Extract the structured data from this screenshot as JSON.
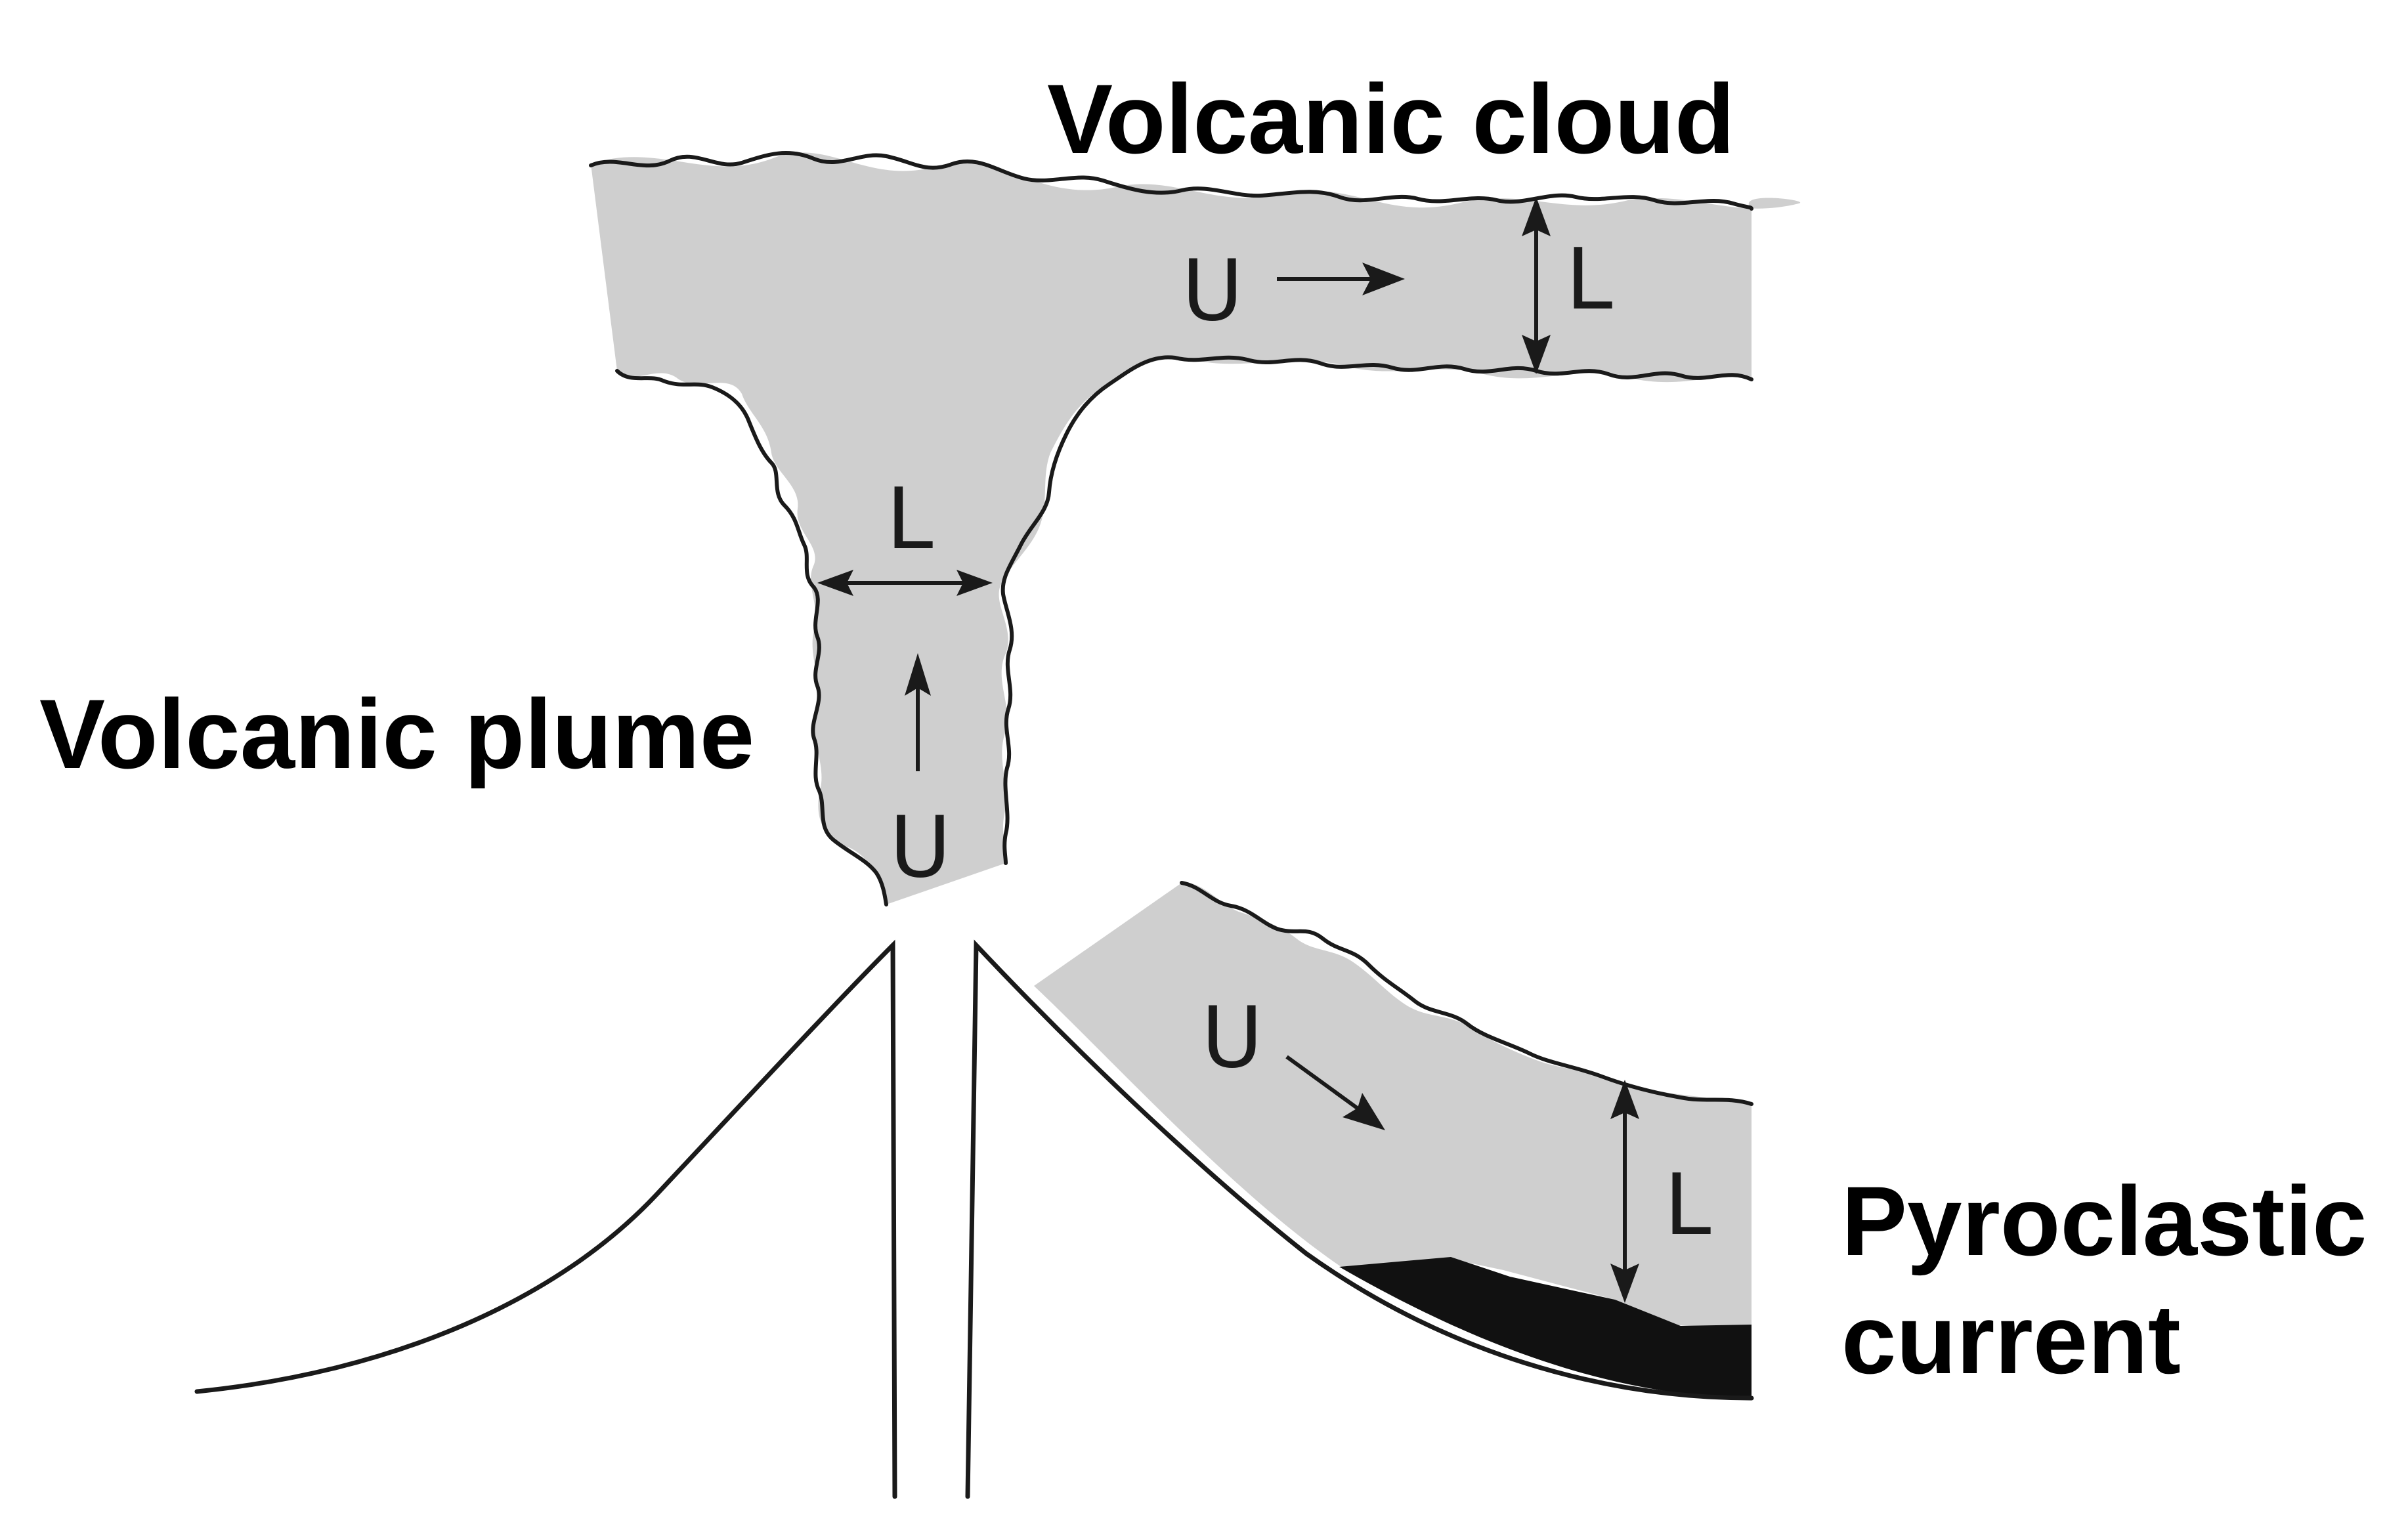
{
  "labels": {
    "volcanic_cloud": "Volcanic cloud",
    "volcanic_plume": "Volcanic plume",
    "pyroclastic_line1": "Pyroclastic",
    "pyroclastic_line2": "current"
  },
  "cloud": {
    "velocity_symbol": "U",
    "length_symbol": "L"
  },
  "plume": {
    "velocity_symbol": "U",
    "length_symbol": "L"
  },
  "current": {
    "velocity_symbol": "U",
    "length_symbol": "L"
  },
  "colors": {
    "flow_fill": "#cfcfcf",
    "deposit": "#111111",
    "outline": "#1a1a1a"
  }
}
